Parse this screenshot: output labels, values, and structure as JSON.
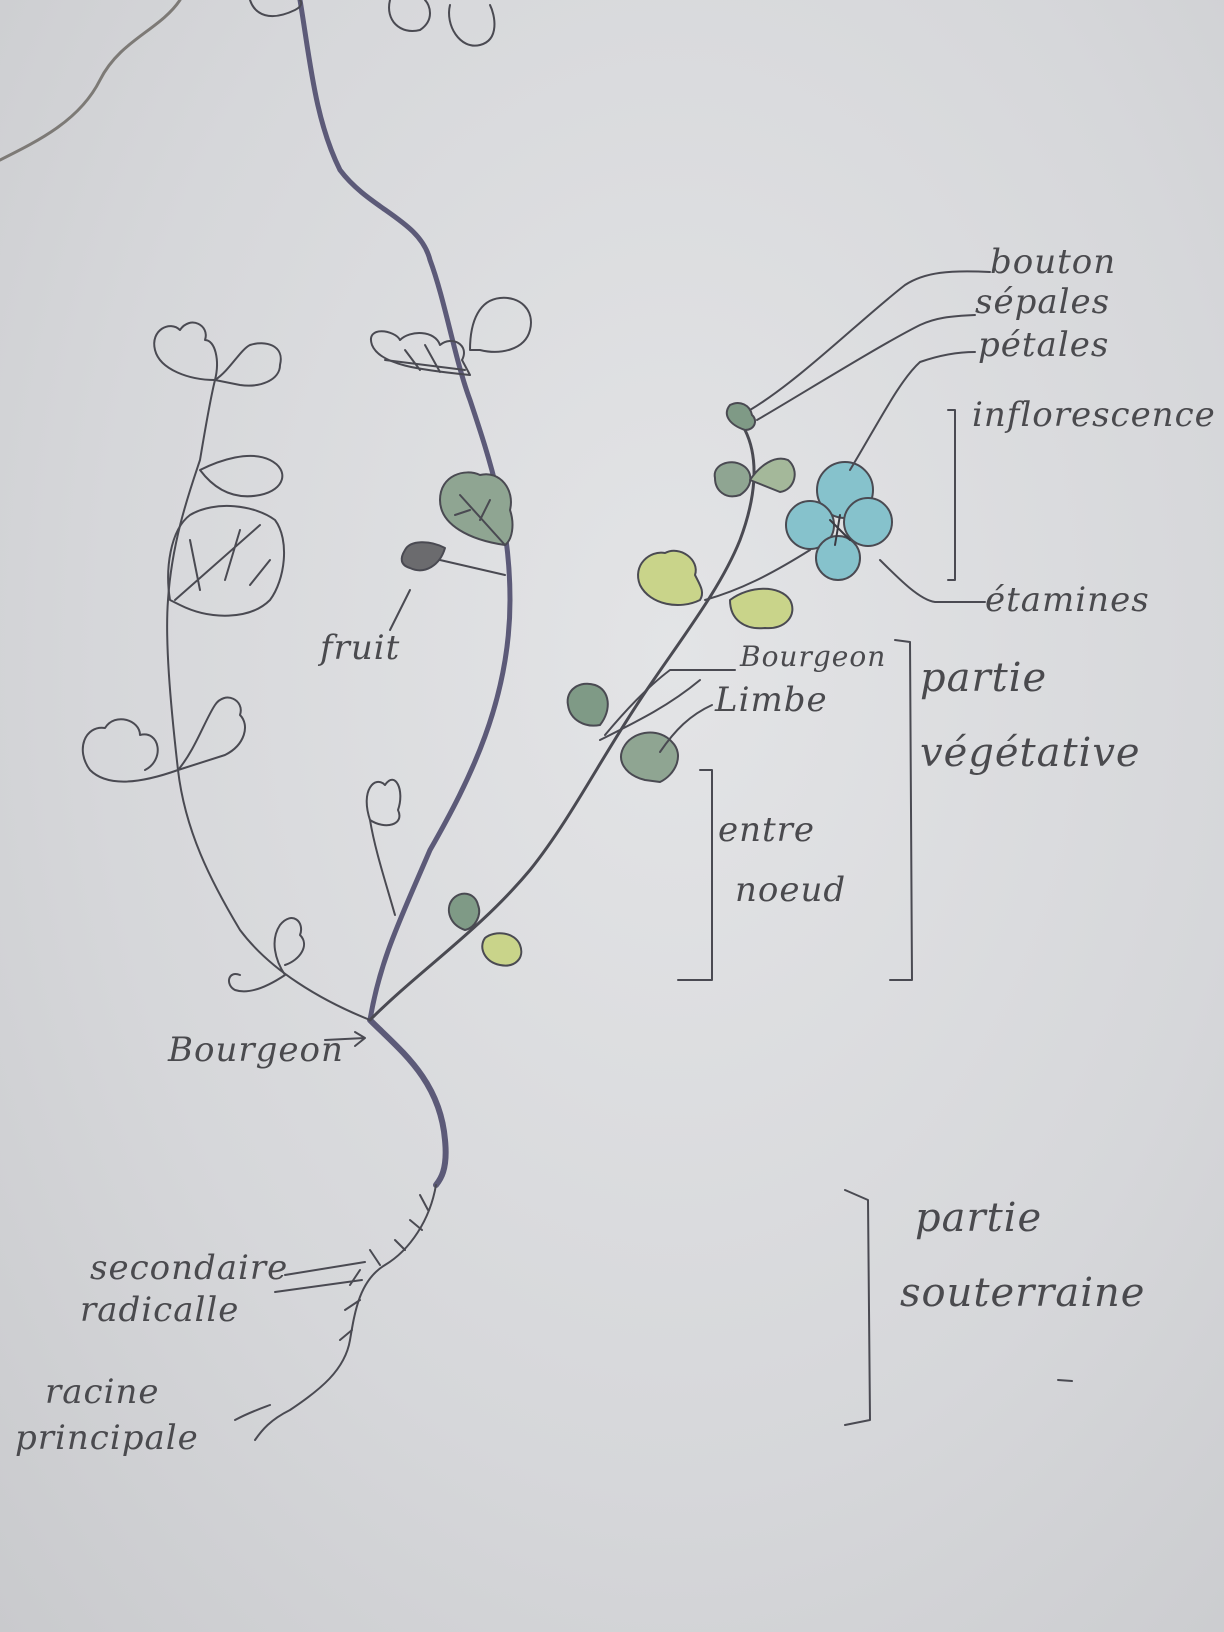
{
  "labels": {
    "bouton": "bouton",
    "sepales": "sépales",
    "petales": "pétales",
    "inflorescence": "inflorescence",
    "etamines": "étamines",
    "fruit": "fruit",
    "bourgeon_left": "Bourgeon",
    "bourgeon_right": "Bourgeon",
    "limbe": "Limbe",
    "entre": "entre",
    "noeud": "noeud",
    "partie_veg_1": "partie",
    "partie_veg_2": "végétative",
    "racine_sec_1": "secondaire",
    "racine_sec_2": "radicalle",
    "racine_pr_1": "racine",
    "racine_pr_2": "principale",
    "partie_sout_1": "partie",
    "partie_sout_2": "souterraine"
  },
  "colors": {
    "pencil": "#4a4a52",
    "stem": "#5c5a78",
    "leaf_green": "#c9d48a",
    "leaf_dark": "#7f9a86",
    "flower_blue": "#86c2cc"
  }
}
